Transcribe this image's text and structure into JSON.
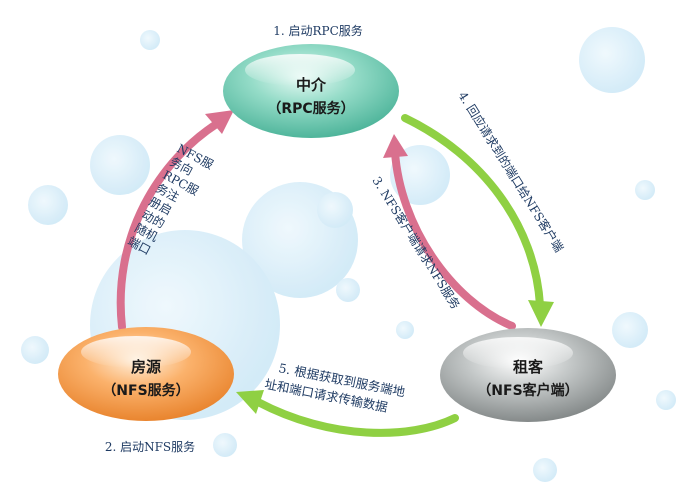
{
  "nodes": {
    "broker": {
      "title": "中介",
      "subtitle": "（RPC服务）"
    },
    "house": {
      "title": "房源",
      "subtitle": "（NFS服务）"
    },
    "tenant": {
      "title": "租客",
      "subtitle": "（NFS客户端）"
    }
  },
  "steps": {
    "step1": "1. 启动RPC服务",
    "step2": "2. 启动NFS服务",
    "step3": "3. NFS客户端请求NFS服务",
    "step4": "4. 回应请求到的端口给NFS客户端",
    "step5_line1": "5. 根据获取到服务端地",
    "step5_line2": "址和端口请求传输数据"
  },
  "registration_note": {
    "lines": [
      "NFS服",
      "务向",
      "RPC服",
      "务注",
      "册启",
      "动的",
      "随机",
      "端口"
    ]
  },
  "colors": {
    "broker_fill": "#7fd3bd",
    "house_fill": "#f8a35a",
    "tenant_fill": "#a9adad",
    "pink_arrow": "#d9708e",
    "green_arrow": "#8fd043",
    "caption_text": "#1f3b63",
    "bubble": "#d4ecf8"
  }
}
